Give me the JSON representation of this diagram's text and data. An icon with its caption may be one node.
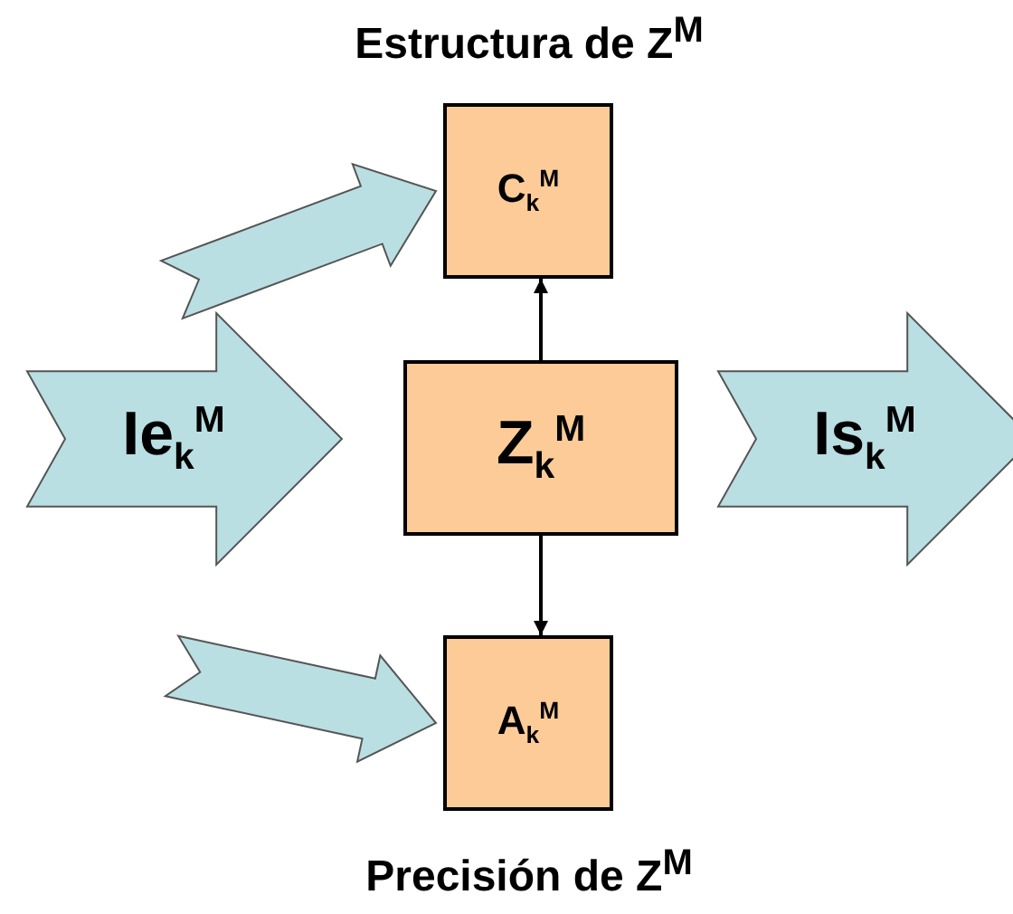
{
  "diagram": {
    "title": "Estructura de Z$^{M}$",
    "caption": "Precisión de Z$^{M}$",
    "nodes": [
      {
        "text": [
          "C$_{k}$$^{M}$"
        ]
      },
      {
        "text": [
          "Z$_{k}$$^{M}$"
        ]
      },
      {
        "text": [
          "A$_{k}$$^{M}$"
        ]
      },
      {
        "text": [
          "Ie$_{k}$$^{M}$"
        ]
      },
      {
        "text": [
          "Is$_{k}$$^{M}$"
        ]
      }
    ],
    "edges": [
      {
        "from": 1,
        "to": 0,
        "arrow": "to"
      },
      {
        "from": 1,
        "to": 2,
        "arrow": "to"
      },
      {
        "from": null,
        "to": 0,
        "arrow": "to",
        "style": "thick"
      },
      {
        "from": null,
        "to": 2,
        "arrow": "to",
        "style": "thick"
      }
    ]
  }
}
